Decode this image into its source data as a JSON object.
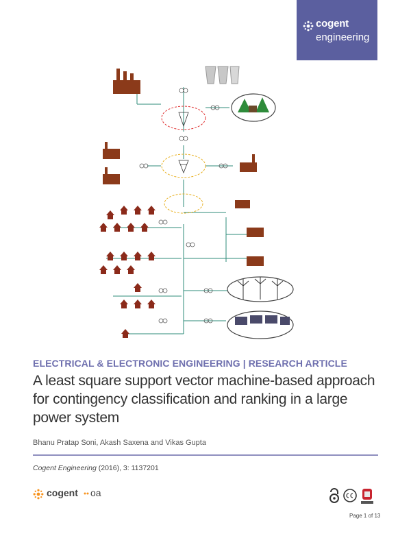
{
  "brand": {
    "name": "cogent",
    "subtitle": "engineering",
    "bg_color": "#5b5f9f"
  },
  "figure": {
    "icons": [
      "thermal-plant-icon",
      "nuclear-plant-icon",
      "hydro-plant-icon",
      "transmission-tower-icon",
      "house-icon",
      "wind-turbine-icon",
      "solar-panel-icon",
      "transformer-icon"
    ]
  },
  "article": {
    "section": "ELECTRICAL & ELECTRONIC ENGINEERING | RESEARCH ARTICLE",
    "title": "A least square support vector machine-based approach for contingency classification and ranking in a large power system",
    "authors": "Bhanu Pratap Soni, Akash Saxena and Vikas Gupta",
    "journal": "Cogent Engineering",
    "citation_rest": " (2016), 3: 1137201"
  },
  "footer": {
    "oa_brand": "cogent",
    "oa_suffix": "oa",
    "page": "Page 1 of 13",
    "license_icons": [
      "open-access-icon",
      "creative-commons-icon",
      "crossmark-icon"
    ]
  },
  "colors": {
    "accent": "#6e6fae",
    "rule": "#8f8fbf",
    "logo_orange": "#f7931e"
  }
}
